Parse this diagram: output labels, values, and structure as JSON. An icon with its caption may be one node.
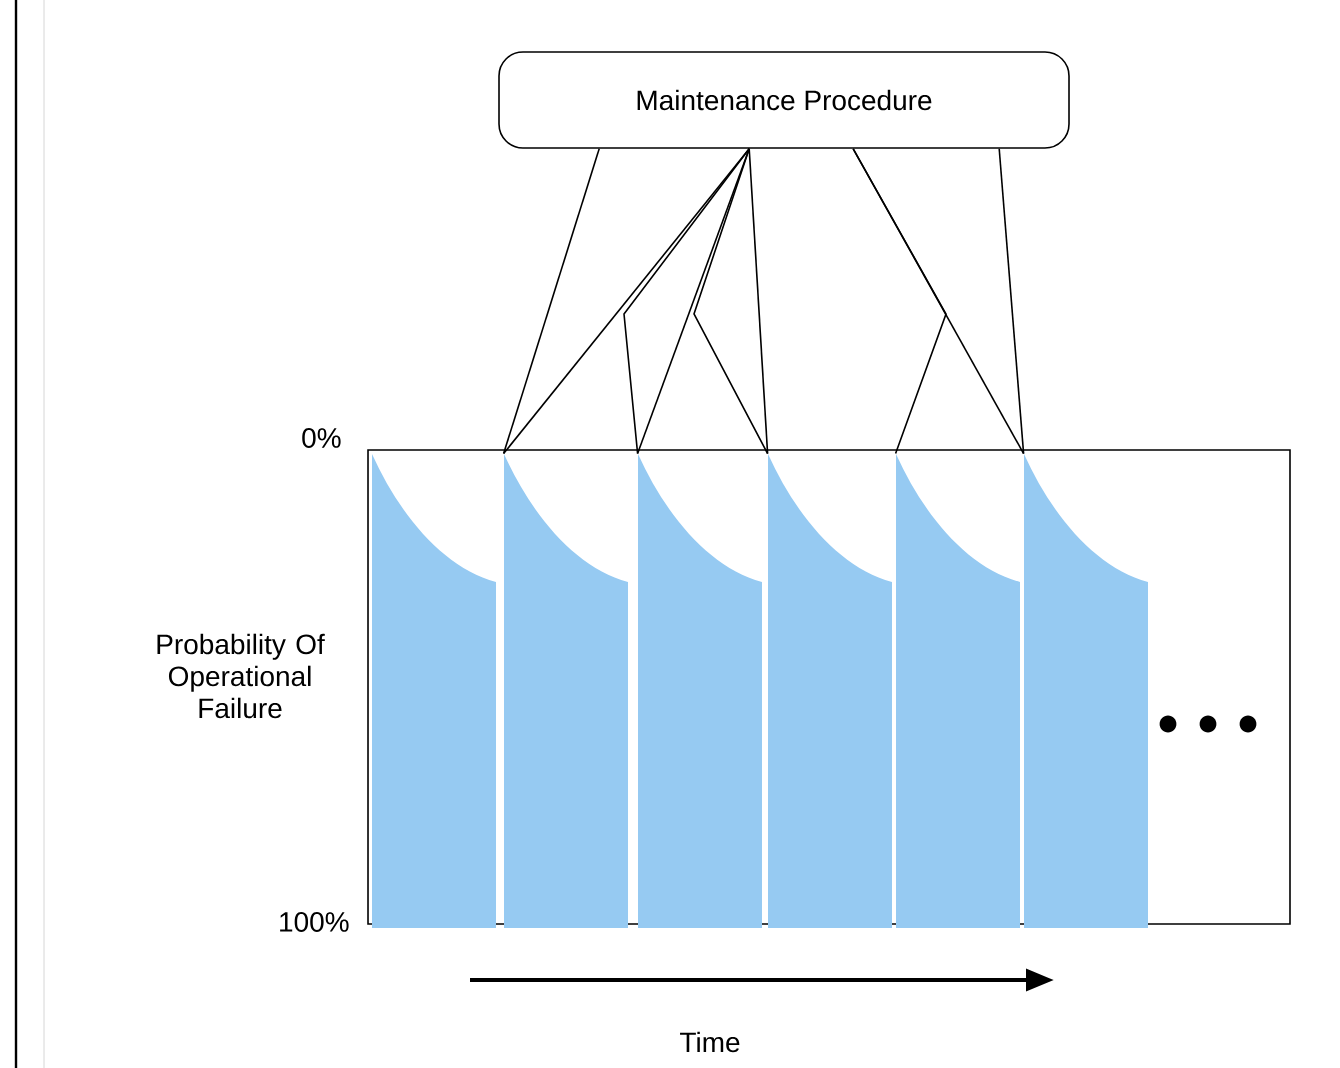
{
  "diagram": {
    "nodes": [
      {
        "text": [
          "Maintenance Procedure"
        ]
      },
      {
        "text": [],
        "shape": "box"
      },
      {
        "text": [],
        "shape": "bar",
        "in": 1
      },
      {
        "text": [],
        "shape": "bar",
        "in": 1
      },
      {
        "text": [],
        "shape": "bar",
        "in": 1
      },
      {
        "text": [],
        "shape": "bar",
        "in": 1
      },
      {
        "text": [],
        "shape": "bar",
        "in": 1
      },
      {
        "text": [],
        "shape": "bar",
        "in": 1
      }
    ],
    "edges": [
      {
        "from": 0,
        "to": 3,
        "arrow": "none"
      },
      {
        "from": 0,
        "to": 3,
        "arrow": "none"
      },
      {
        "from": 0,
        "to": 4,
        "arrow": "none"
      },
      {
        "from": 0,
        "to": 4,
        "arrow": "none"
      },
      {
        "from": 0,
        "to": 5,
        "arrow": "none"
      },
      {
        "from": 0,
        "to": 5,
        "arrow": "none"
      },
      {
        "from": 0,
        "to": 7,
        "arrow": "none"
      },
      {
        "from": 0,
        "to": 6,
        "arrow": "none"
      },
      {
        "from": 0,
        "to": 7,
        "arrow": "none"
      }
    ],
    "labels": [
      "0%",
      "Probability Of Operational Failure",
      "100%",
      "Time"
    ]
  }
}
